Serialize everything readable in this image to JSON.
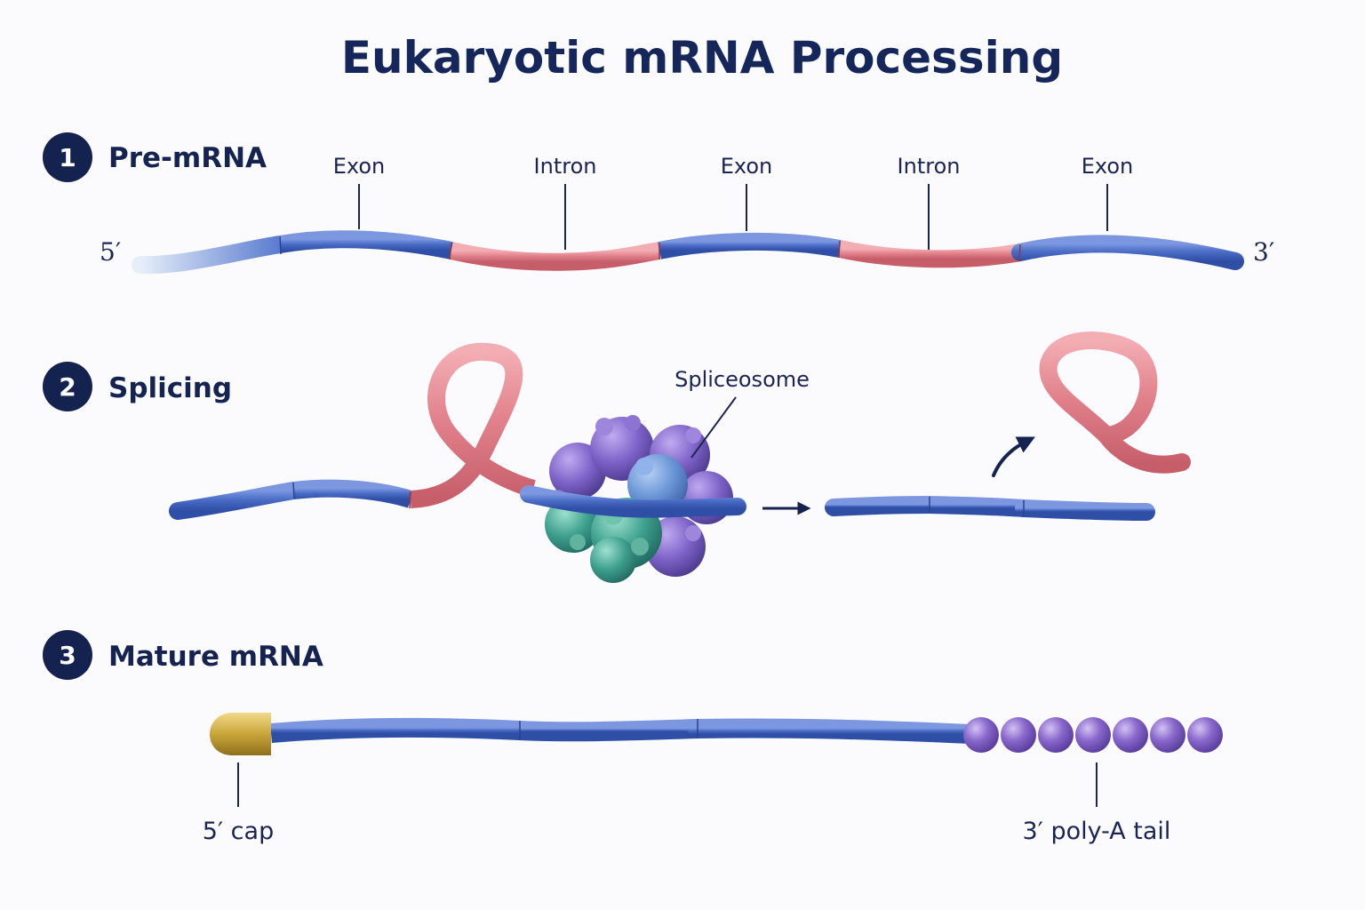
{
  "title": "Eukaryotic mRNA Processing",
  "colors": {
    "exon": "#4a6cc6",
    "intron": "#e2828c",
    "cap": "#c9a53a",
    "poly_a": "#8a68cc",
    "text": "#14234f"
  },
  "steps": [
    {
      "number": "1",
      "label": "Pre-mRNA",
      "five_prime": "5′",
      "three_prime": "3′",
      "segments": [
        {
          "type": "exon",
          "label": "Exon"
        },
        {
          "type": "intron",
          "label": "Intron"
        },
        {
          "type": "exon",
          "label": "Exon"
        },
        {
          "type": "intron",
          "label": "Intron"
        },
        {
          "type": "exon",
          "label": "Exon"
        }
      ]
    },
    {
      "number": "2",
      "label": "Splicing",
      "spliceosome_label": "Spliceosome"
    },
    {
      "number": "3",
      "label": "Mature mRNA",
      "cap_label": "5′ cap",
      "tail_label": "3′ poly-A tail"
    }
  ]
}
